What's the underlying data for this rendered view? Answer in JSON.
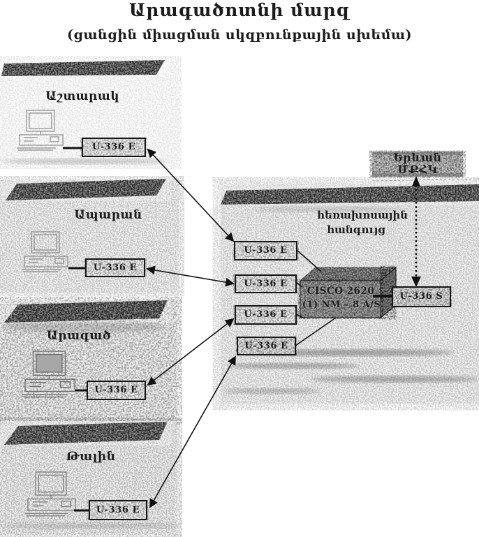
{
  "title": "Արագածոտնի մարզ",
  "subtitle": "(ցանցին միացման սկզբունքային սխեմա)",
  "sites": [
    {
      "name": "Աշտարակ",
      "modem": "U-336 E"
    },
    {
      "name": "Ապարան",
      "modem": "U-336 E"
    },
    {
      "name": "Արագած",
      "modem": "U-336 E"
    },
    {
      "name": "Թալին",
      "modem": "U-336 E"
    }
  ],
  "hub": {
    "port_modems": [
      "U-336 E",
      "U-336 E",
      "U-336 E",
      "U-336 E"
    ],
    "router_line1": "CISCO 2620",
    "router_line2": "(1) NM – 8 A/S",
    "uplink_modem": "U-336 S"
  },
  "remote": {
    "name": "Երևան ՄՔՀԿ",
    "link_label_line1": "հեռախոսային",
    "link_label_line2": "հանգույց"
  },
  "colors": {
    "ink": "#1c1c1c",
    "paper": "#ffffff",
    "strip_grey": "#2b2b2b",
    "router_grey": "#9a9a9a",
    "remote_grey": "#c0c0c0",
    "box_fill": "#e9e9e9"
  }
}
